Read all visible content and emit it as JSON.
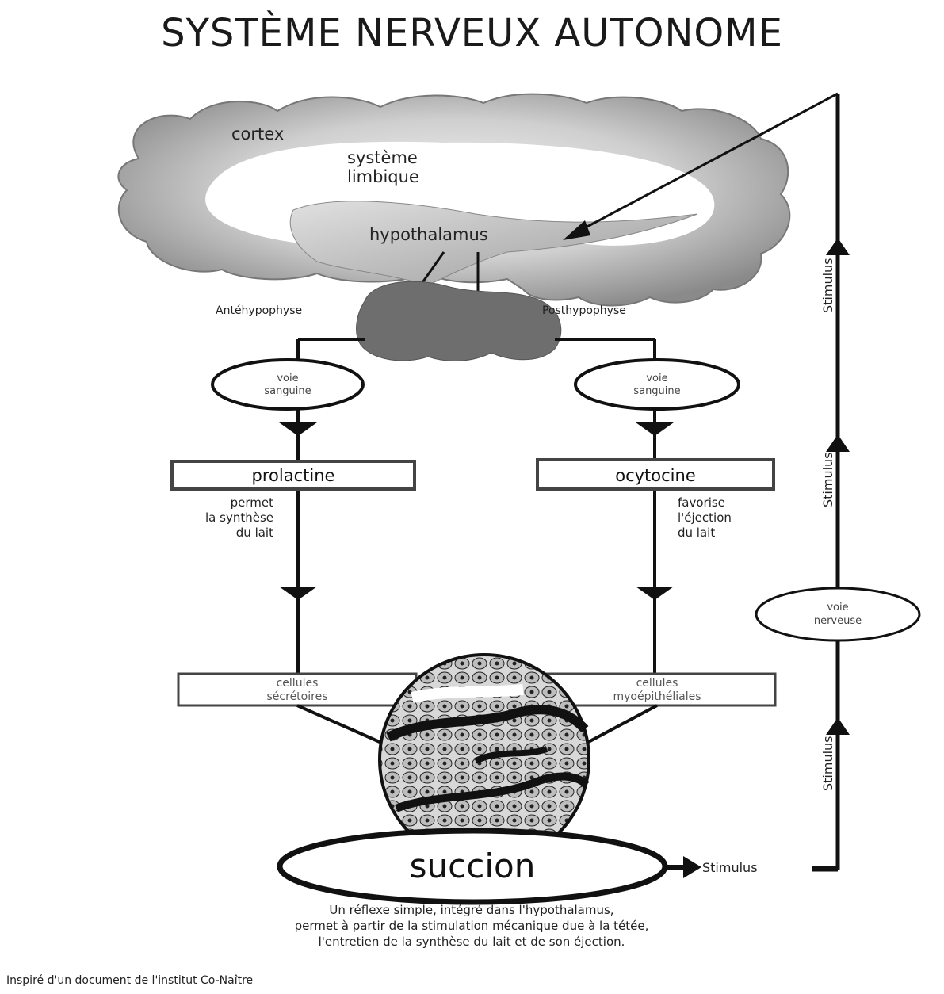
{
  "title": "SYSTÈME NERVEUX AUTONOME",
  "brain": {
    "cortex": "cortex",
    "limbic_line1": "système",
    "limbic_line2": "limbique",
    "hypothalamus": "hypothalamus"
  },
  "pituitary": {
    "anterior": "Antéhypophyse",
    "posterior": "Posthypophyse"
  },
  "left_branch": {
    "route_line1": "voie",
    "route_line2": "sanguine",
    "hormone": "prolactine",
    "effect_line1": "permet",
    "effect_line2": "la synthèse",
    "effect_line3": "du lait",
    "cells_line1": "cellules",
    "cells_line2": "sécrétoires"
  },
  "right_branch": {
    "route_line1": "voie",
    "route_line2": "sanguine",
    "hormone": "ocytocine",
    "effect_line1": "favorise",
    "effect_line2": "l'éjection",
    "effect_line3": "du lait",
    "cells_line1": "cellules",
    "cells_line2": "myoépithéliales"
  },
  "neural_path": {
    "route_line1": "voie",
    "route_line2": "nerveuse",
    "stimulus_labels": [
      "Stimulus",
      "Stimulus",
      "Stimulus"
    ]
  },
  "succion": {
    "label": "succion",
    "stimulus": "Stimulus"
  },
  "caption": [
    "Un réflexe simple, intégré dans l'hypothalamus,",
    "permet à partir de la stimulation mécanique due à la tétée,",
    "l'entretien de la synthèse du lait et de son éjection."
  ],
  "source": "Inspiré d'un document de l'institut Co-Naître"
}
